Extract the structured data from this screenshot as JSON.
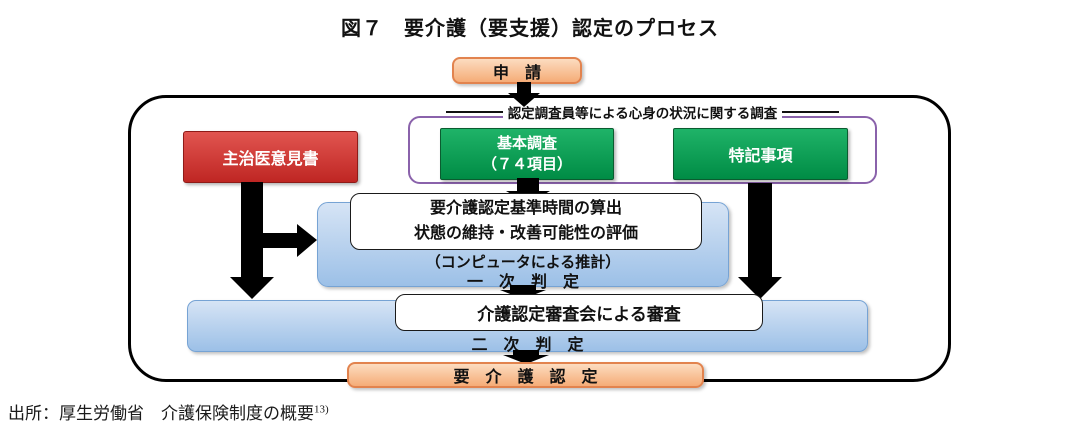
{
  "title": "図７　要介護（要支援）認定のプロセス",
  "apply_box": {
    "label": "申　請"
  },
  "survey_section": {
    "caption": "認定調査員等による心身の状況に関する調査",
    "basic_survey": {
      "line1": "基本調査",
      "line2": "（７４項目）"
    },
    "special_notes": {
      "label": "特記事項"
    }
  },
  "doctor_opinion": {
    "label": "主治医意見書"
  },
  "primary_judgement": {
    "criteria_line1": "要介護認定基準時間の算出",
    "criteria_line2": "状態の維持・改善可能性の評価",
    "computer_note": "（コンピュータによる推計）",
    "label": "一　次　判　定"
  },
  "secondary_judgement": {
    "review": "介護認定審査会による審査",
    "label": "二　次　判　定"
  },
  "result_box": {
    "label": "要　介　護　認　定"
  },
  "footer": {
    "source": "出所：厚生労働省　介護保険制度の概要",
    "note_ref": "13)"
  },
  "colors": {
    "orange_fill": "#f5ac77",
    "orange_border": "#e2834e",
    "red_fill": "#bf2623",
    "green_fill": "#008c45",
    "blue_fill": "#9cc0e7",
    "blue_border": "#76a3d4",
    "purple_border": "#8a62ab",
    "arrow_black": "#000000"
  }
}
